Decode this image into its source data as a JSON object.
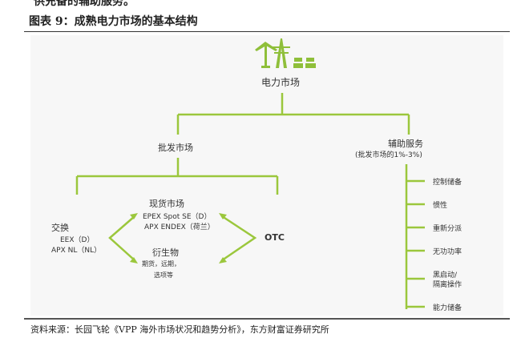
{
  "header": {
    "prev_text": "供充备的辅助服务。",
    "figure_title": "图表 9：成熟电力市场的基本结构"
  },
  "diagram": {
    "root": "电力市场",
    "wholesale": "批发市场",
    "ancillary": {
      "title": "辅助服务",
      "subtitle": "(批发市场的1%-3%)",
      "items": [
        "控制储备",
        "惯性",
        "重新分派",
        "无功功率",
        "黑启动/",
        "隔离操作",
        "能力储备"
      ]
    },
    "exchange": {
      "title": "交换",
      "lines": [
        "EEX（D）",
        "APX NL（NL）"
      ]
    },
    "spot": {
      "title": "现货市场",
      "lines": [
        "EPEX Spot SE（D）",
        "APX ENDEX（荷兰）"
      ]
    },
    "derivatives": {
      "title": "衍生物",
      "lines": [
        "期货，远期，",
        "选项等"
      ]
    },
    "otc": "OTC",
    "line_color": "#9bc73c"
  },
  "footer": {
    "source": "资料来源：长园飞轮《VPP 海外市场状况和趋势分析》，东方财富证券研究所"
  }
}
